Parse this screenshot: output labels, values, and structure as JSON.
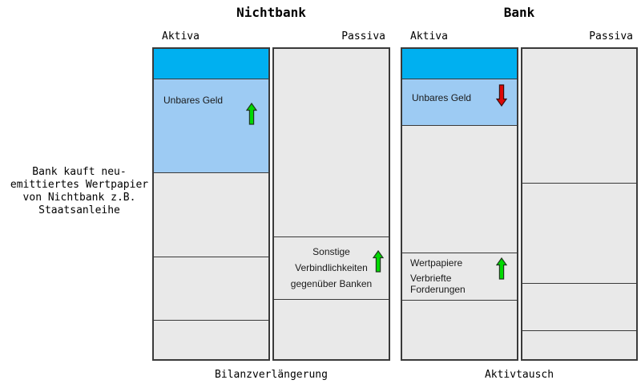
{
  "colors": {
    "cyan": "#00b0f0",
    "lightblue": "#9dcbf3",
    "cellgray": "#e9e9e9",
    "border": "#3a3a3a",
    "green": "#00d900",
    "red": "#dd0806",
    "text": "#000000"
  },
  "annotation": {
    "text": "Bank kauft neu-\nemittiertes Wertpapier\nvon Nichtbank z.B.\nStaatsanleihe"
  },
  "nichtbank": {
    "title": "Nichtbank",
    "aktiva_header": "Aktiva",
    "passiva_header": "Passiva",
    "caption": "Bilanzverlängerung",
    "unbares_geld": "Unbares Geld",
    "sonstige_1": "Sonstige",
    "sonstige_2": "Verbindlichkeiten",
    "sonstige_3": "gegenüber Banken"
  },
  "bank": {
    "title": "Bank",
    "aktiva_header": "Aktiva",
    "passiva_header": "Passiva",
    "caption": "Aktivtausch",
    "unbares_geld": "Unbares Geld",
    "wertpapiere_1": "Wertpapiere",
    "wertpapiere_2": "Verbriefte Forderungen"
  }
}
